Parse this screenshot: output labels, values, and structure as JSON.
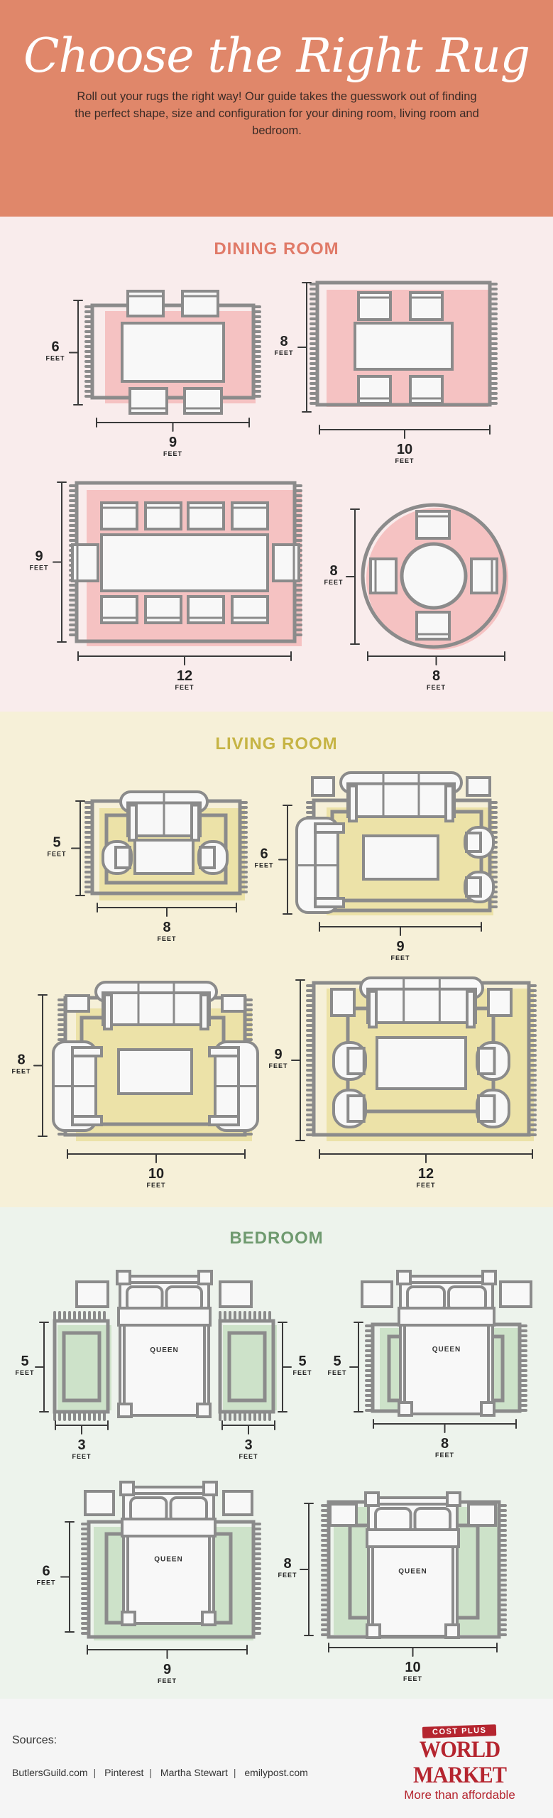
{
  "header": {
    "title": "Choose the Right Rug",
    "intro": "Roll out your rugs the right way! Our guide takes the guesswork out of finding the perfect shape, size and configuration for your dining room, living room and bedroom."
  },
  "unit": "FEET",
  "dining": {
    "title": "DINING ROOM",
    "diagrams": [
      {
        "height": "6",
        "width": "9"
      },
      {
        "height": "8",
        "width": "10"
      },
      {
        "height": "9",
        "width": "12"
      },
      {
        "height": "8",
        "width": "8"
      }
    ]
  },
  "living": {
    "title": "LIVING ROOM",
    "diagrams": [
      {
        "height": "5",
        "width": "8"
      },
      {
        "height": "6",
        "width": "9"
      },
      {
        "height": "8",
        "width": "10"
      },
      {
        "height": "9",
        "width": "12"
      }
    ]
  },
  "bedroom": {
    "title": "BEDROOM",
    "bed_label": "QUEEN",
    "diagrams": [
      {
        "left_height": "5",
        "left_width": "3",
        "right_height": "5",
        "right_width": "3"
      },
      {
        "height": "5",
        "width": "8"
      },
      {
        "height": "6",
        "width": "9"
      },
      {
        "height": "8",
        "width": "10"
      }
    ]
  },
  "footer": {
    "sources_label": "Sources:",
    "sources": [
      "ButlersGuild.com",
      "Pinterest",
      "Martha Stewart",
      "emilypost.com"
    ],
    "logo": {
      "banner": "COST PLUS",
      "name": "WORLD MARKET",
      "tagline": "More than affordable"
    }
  },
  "colors": {
    "header_bg": "#e0876a",
    "dining_accent": "#e07a68",
    "dining_rug": "#f5c2c2",
    "living_accent": "#c6b445",
    "living_rug": "#ece2a8",
    "bedroom_accent": "#6f9a6f",
    "bedroom_rug": "#cde2c9",
    "furniture_outline": "#8b8b8b",
    "brand_red": "#b5252f"
  }
}
